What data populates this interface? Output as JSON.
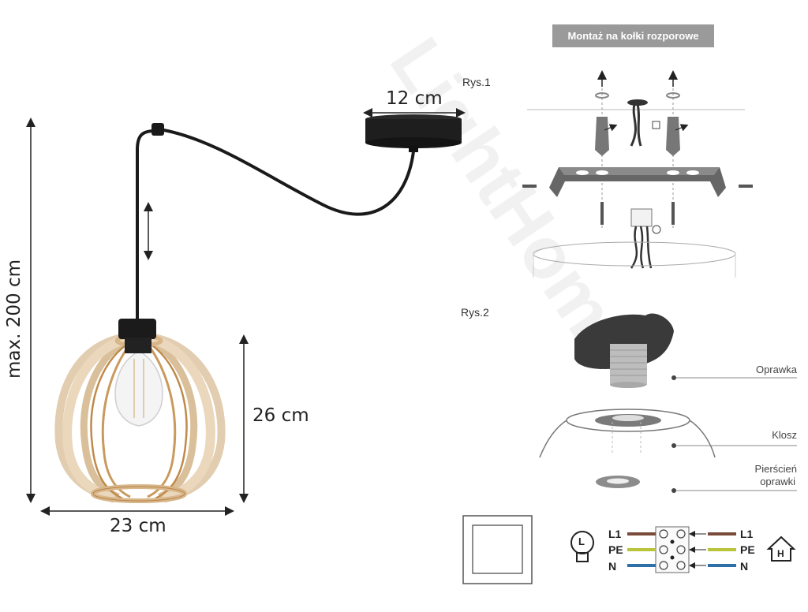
{
  "watermark": "LightHome",
  "dimensions": {
    "canopy_width": "12 cm",
    "max_height": "max. 200 cm",
    "shade_height": "26 cm",
    "shade_width": "23 cm"
  },
  "mounting": {
    "banner": "Montaż na kołki rozporowe",
    "fig1": "Rys.1",
    "fig2": "Rys.2"
  },
  "parts": {
    "socket": "Oprawka",
    "shade": "Klosz",
    "ring_line1": "Pierścień",
    "ring_line2": "oprawki"
  },
  "wiring": {
    "left": [
      "L1",
      "PE",
      "N"
    ],
    "right": [
      "L1",
      "PE",
      "N"
    ],
    "bulb_letter": "L",
    "house_letter": "H",
    "colors": {
      "L1": "#7a4a3a",
      "PE": "#b8c43a",
      "N": "#2f6fa8"
    }
  }
}
